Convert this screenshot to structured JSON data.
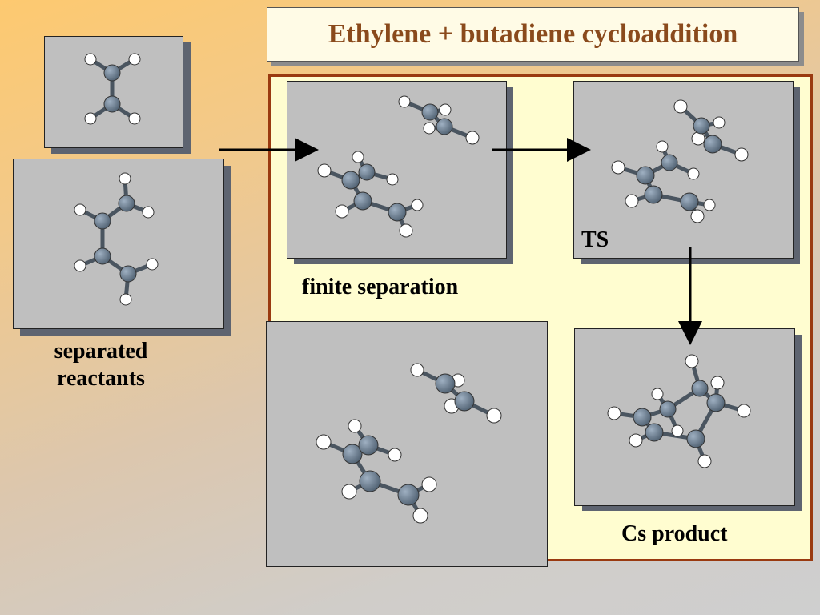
{
  "title": "Ethylene + butadiene cycloaddition",
  "labels": {
    "separated_reactants": [
      "separated",
      "reactants"
    ],
    "finite_separation": "finite separation",
    "ts": "TS",
    "cs_product": "Cs product"
  },
  "colors": {
    "title_text": "#8a4a1c",
    "frame_border": "#9a3a10",
    "frame_fill": "#fffdd0",
    "panel_fill": "#bfbfbf",
    "carbon": "#6b7f92",
    "hydrogen": "#ffffff"
  }
}
